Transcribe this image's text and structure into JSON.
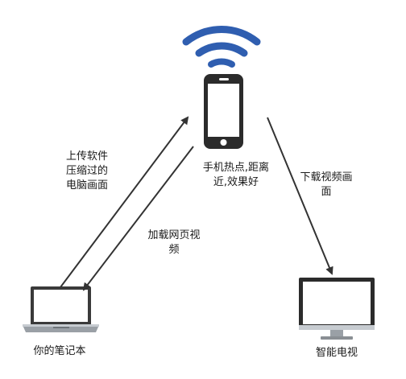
{
  "nodes": {
    "phone": {
      "label": "手机热点,距离近,效果好",
      "label_lines": [
        "手机热点,距离",
        "近,效果好"
      ]
    },
    "laptop": {
      "label": "你的笔记本"
    },
    "tv": {
      "label": "智能电视"
    }
  },
  "edges": {
    "upload": {
      "label_lines": [
        "上传软件",
        "压缩过的",
        "电脑画面"
      ]
    },
    "load": {
      "label_lines": [
        "加载网页视",
        "频"
      ]
    },
    "download": {
      "label_lines": [
        "下载视频画",
        "面"
      ]
    }
  },
  "icons": [
    "wifi-icon",
    "smartphone-icon",
    "laptop-icon",
    "monitor-icon"
  ],
  "colors": {
    "wifi": "#2f5eb0",
    "device": "#2b2b2b",
    "arrow": "#333333"
  }
}
